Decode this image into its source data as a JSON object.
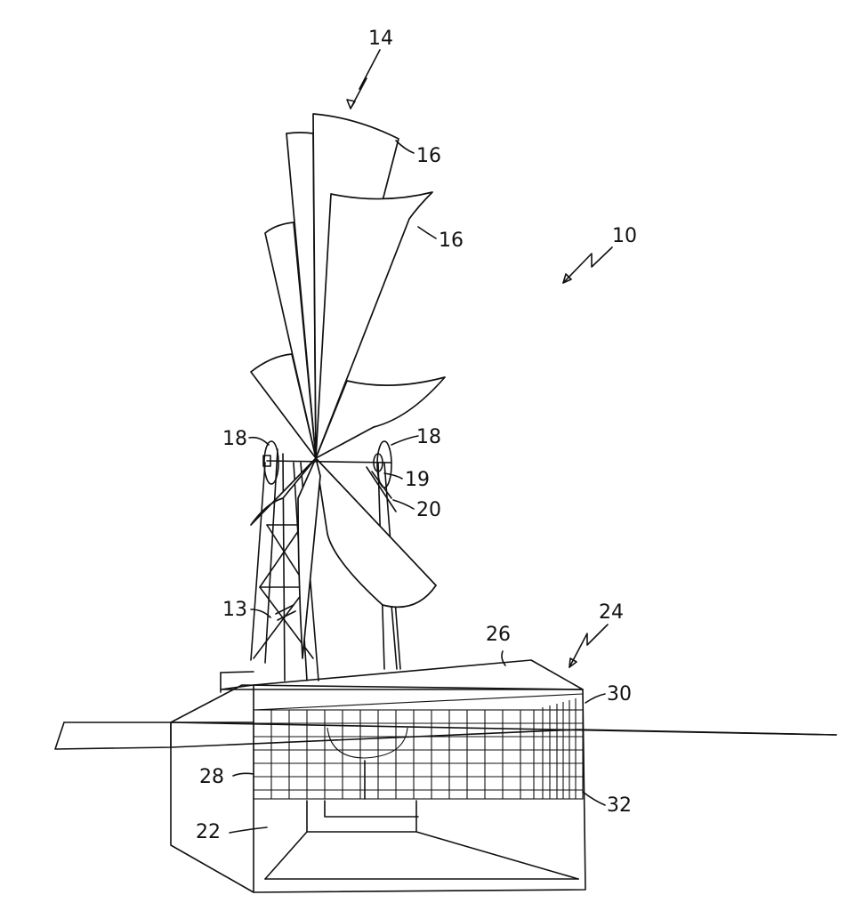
{
  "colors": {
    "ink": "#111111",
    "background": "#ffffff"
  },
  "reference_numerals": {
    "n14": "14",
    "n10": "10",
    "n16_upper": "16",
    "n16_lower": "16",
    "n18_left": "18",
    "n18_right": "18",
    "n19": "19",
    "n20": "20",
    "n13": "13",
    "n26": "26",
    "n24": "24",
    "n30": "30",
    "n28": "28",
    "n32": "32",
    "n22": "22"
  }
}
